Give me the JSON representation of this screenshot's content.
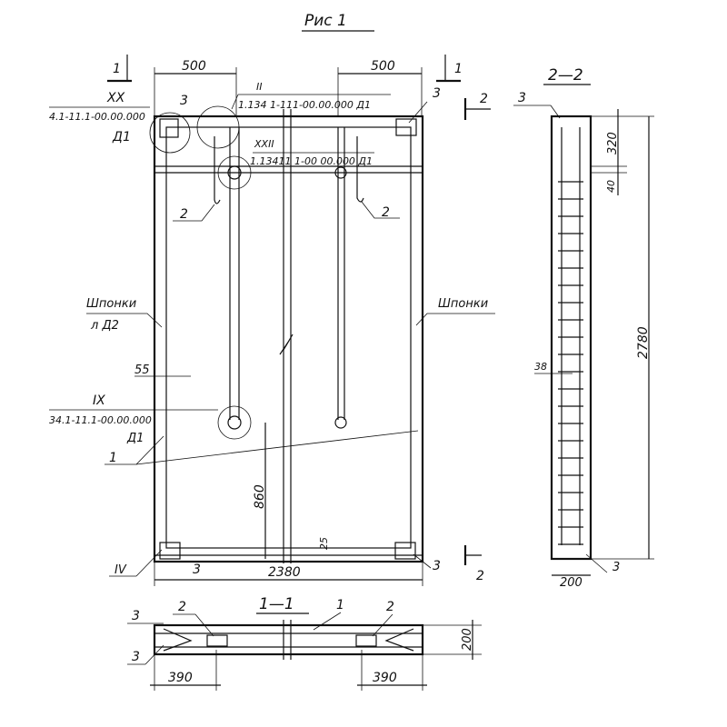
{
  "title": "Рис 1",
  "main_view": {
    "dim_left_top": "500",
    "dim_right_top": "500",
    "section_mark_1": "1",
    "section_mark_2": "2",
    "callout_xx": {
      "numeral": "XX",
      "ref": "4.1-11.1-00.00.000",
      "sheet": "Д1"
    },
    "callout_ii": {
      "numeral": "II",
      "ref": "1.134 1-111-00.00.000 Д1"
    },
    "callout_xxii": {
      "numeral": "XXII",
      "ref": "1.13411 1-00 00.000 Д1"
    },
    "callout_ix": {
      "numeral": "IX",
      "ref": "34.1-11.1-00.00.000",
      "sheet": "Д1"
    },
    "callout_iv": {
      "numeral": "IV"
    },
    "pos_3": "3",
    "pos_2": "2",
    "pos_1": "1",
    "keys_left": "Шпонки",
    "keys_left_sub": "л Д2",
    "keys_right": "Шпонки",
    "dim_55": "55",
    "dim_860": "860",
    "dim_25": "25",
    "dim_2380": "2380"
  },
  "section_2_2": {
    "title": "2—2",
    "pos_3": "3",
    "dim_320": "320",
    "dim_40": "40",
    "dim_2780": "2780",
    "dim_38": "38",
    "dim_200": "200"
  },
  "section_1_1": {
    "title": "1—1",
    "pos_3": "3",
    "pos_2": "2",
    "pos_1": "1",
    "dim_200": "200",
    "dim_390_left": "390",
    "dim_390_right": "390"
  }
}
